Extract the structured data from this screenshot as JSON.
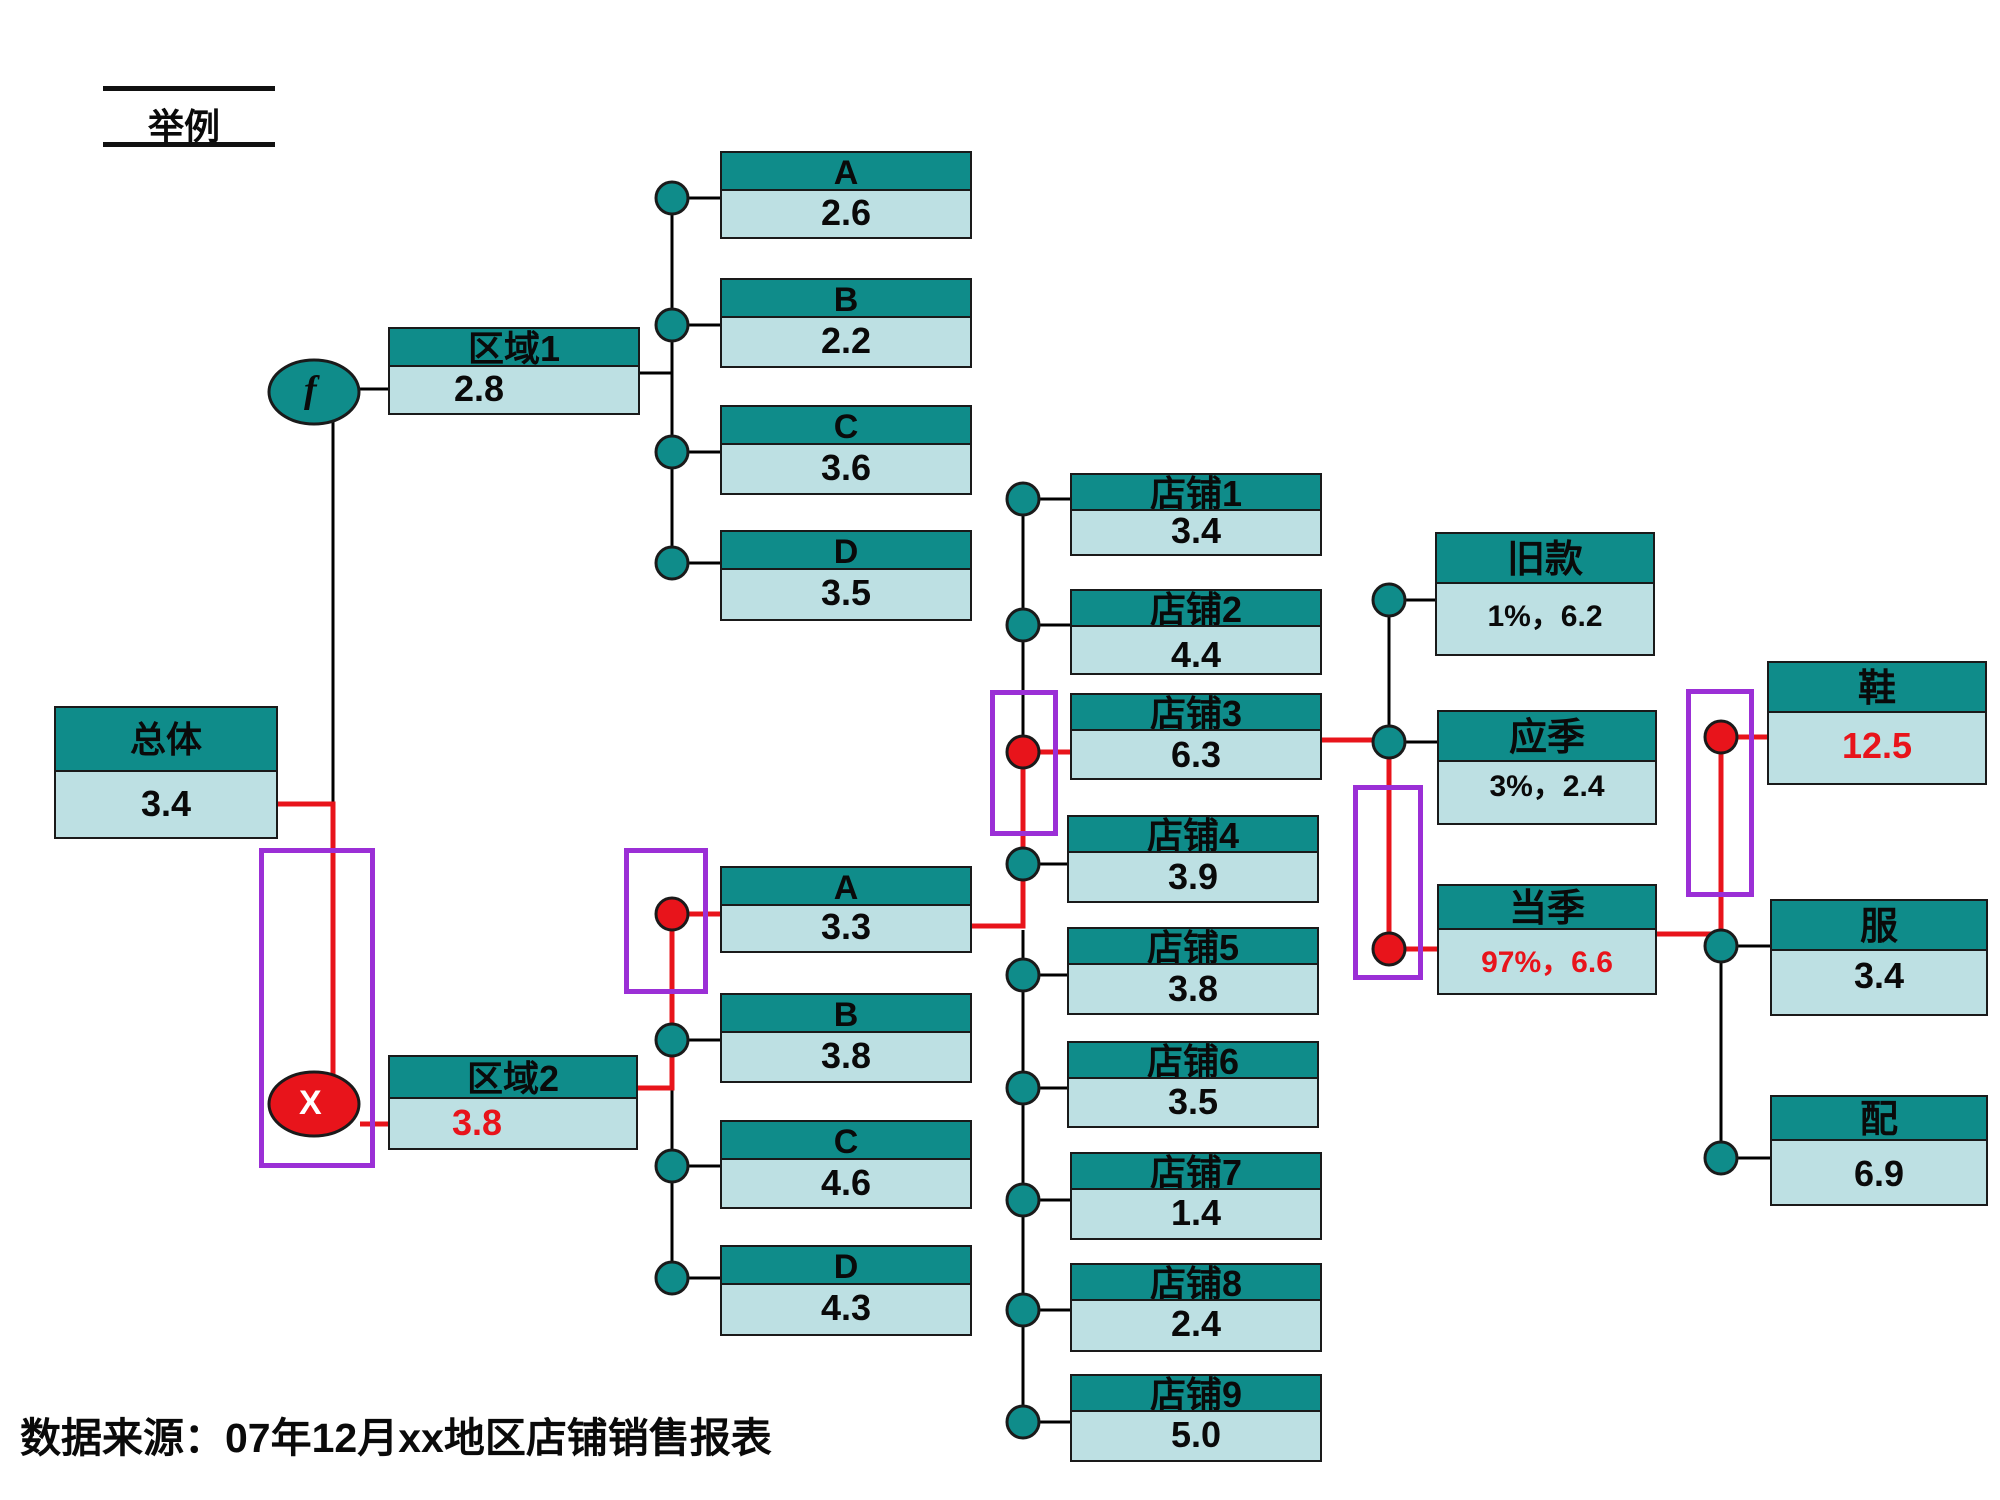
{
  "example_label": "举例",
  "footnote": "数据来源：07年12月xx地区店铺销售报表",
  "operators": {
    "function": "f",
    "multiply": "X"
  },
  "colors": {
    "header": "#0f8c8a",
    "body": "#bde0e3",
    "highlight_path": "#e8141b",
    "focus_frame": "#9b2fd6",
    "node": "#0f8c8a",
    "node_active": "#e8141b"
  },
  "root": {
    "label": "总体",
    "value": "3.4"
  },
  "region1": {
    "label": "区域1",
    "value": "2.8",
    "items": [
      {
        "label": "A",
        "value": "2.6"
      },
      {
        "label": "B",
        "value": "2.2"
      },
      {
        "label": "C",
        "value": "3.6"
      },
      {
        "label": "D",
        "value": "3.5"
      }
    ]
  },
  "region2": {
    "label": "区域2",
    "value": "3.8",
    "items": [
      {
        "label": "A",
        "value": "3.3"
      },
      {
        "label": "B",
        "value": "3.8"
      },
      {
        "label": "C",
        "value": "4.6"
      },
      {
        "label": "D",
        "value": "4.3"
      }
    ]
  },
  "stores": [
    {
      "label": "店铺1",
      "value": "3.4"
    },
    {
      "label": "店铺2",
      "value": "4.4"
    },
    {
      "label": "店铺3",
      "value": "6.3"
    },
    {
      "label": "店铺4",
      "value": "3.9"
    },
    {
      "label": "店铺5",
      "value": "3.8"
    },
    {
      "label": "店铺6",
      "value": "3.5"
    },
    {
      "label": "店铺7",
      "value": "1.4"
    },
    {
      "label": "店铺8",
      "value": "2.4"
    },
    {
      "label": "店铺9",
      "value": "5.0"
    }
  ],
  "seasons": [
    {
      "label": "旧款",
      "value": "1%，6.2"
    },
    {
      "label": "应季",
      "value": "3%，2.4"
    },
    {
      "label": "当季",
      "value": "97%，6.6"
    }
  ],
  "categories": [
    {
      "label": "鞋",
      "value": "12.5"
    },
    {
      "label": "服",
      "value": "3.4"
    },
    {
      "label": "配",
      "value": "6.9"
    }
  ]
}
